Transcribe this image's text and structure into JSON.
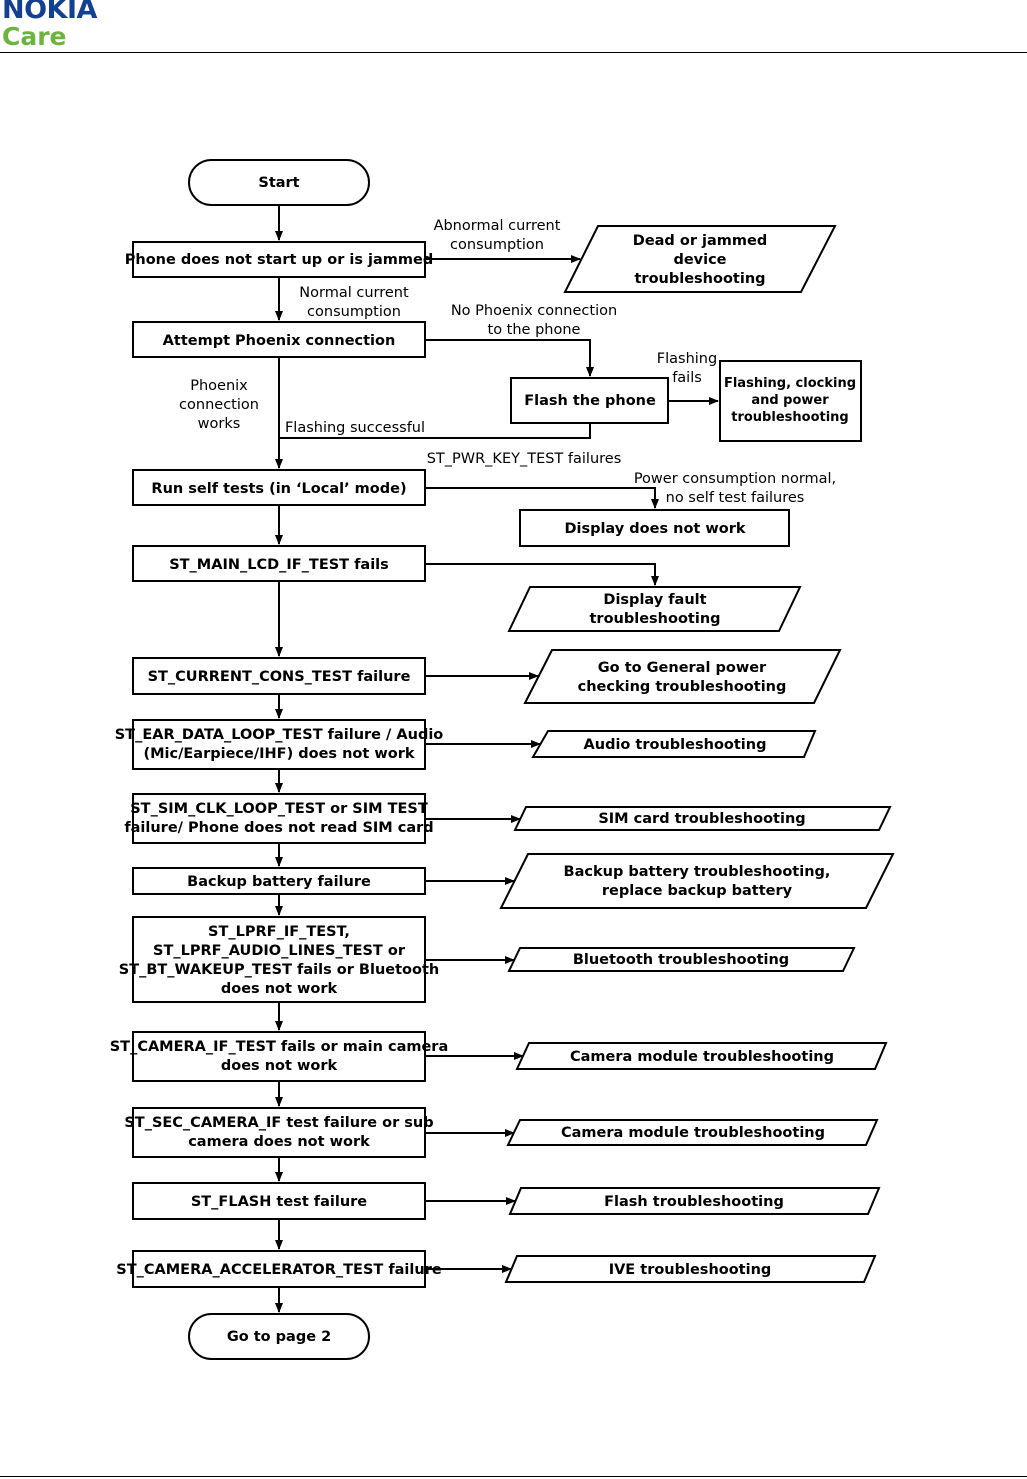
{
  "header": {
    "brand": "NOKIA",
    "sub": "Care",
    "brand_color": "#124191",
    "sub_color": "#6cb33f"
  },
  "nodes": {
    "start": "Start",
    "n1": "Phone does not start up or is jammed",
    "dead": [
      "Dead or jammed",
      "device",
      "troubleshooting"
    ],
    "n2": "Attempt Phoenix connection",
    "flash_phone": "Flash the phone",
    "flash_ts": [
      "Flashing, clocking",
      "and power",
      "troubleshooting"
    ],
    "n3": "Run self tests (in ‘Local’ mode)",
    "disp_nw": "Display does not work",
    "n4": "ST_MAIN_LCD_IF_TEST fails",
    "disp_ts": [
      "Display fault",
      "troubleshooting"
    ],
    "n5": "ST_CURRENT_CONS_TEST failure",
    "power_ts": [
      "Go to General power",
      "checking troubleshooting"
    ],
    "n6": [
      "ST_EAR_DATA_LOOP_TEST failure / Audio",
      "(Mic/Earpiece/IHF) does not work"
    ],
    "audio_ts": "Audio troubleshooting",
    "n7": [
      "ST_SIM_CLK_LOOP_TEST or SIM TEST",
      "failure/ Phone does not read SIM card"
    ],
    "sim_ts": "SIM card troubleshooting",
    "n8": "Backup battery failure",
    "backup_ts": [
      "Backup battery troubleshooting,",
      "replace backup battery"
    ],
    "n9": [
      "ST_LPRF_IF_TEST,",
      "ST_LPRF_AUDIO_LINES_TEST or",
      "ST_BT_WAKEUP_TEST fails or Bluetooth",
      "does not work"
    ],
    "bt_ts": "Bluetooth troubleshooting",
    "n10": [
      "ST_CAMERA_IF_TEST  fails or main camera",
      "does not work"
    ],
    "cam_ts1": "Camera module troubleshooting",
    "n11": [
      "ST_SEC_CAMERA_IF test failure or sub",
      "camera does not work"
    ],
    "cam_ts2": "Camera module troubleshooting",
    "n12": "ST_FLASH test failure",
    "flashl_ts": "Flash troubleshooting",
    "n13": "ST_CAMERA_ACCELERATOR_TEST failure",
    "ive_ts": "IVE  troubleshooting",
    "end": "Go to page 2"
  },
  "edge_labels": {
    "abnormal": [
      "Abnormal current",
      "consumption"
    ],
    "normal": [
      "Normal current",
      "consumption"
    ],
    "no_phoenix": [
      "No Phoenix connection",
      "to the phone"
    ],
    "flash_fails": [
      "Flashing",
      "fails"
    ],
    "phoenix_works": [
      "Phoenix",
      "connection",
      "works"
    ],
    "flash_success": "Flashing successful",
    "pwr_key": "ST_PWR_KEY_TEST failures",
    "power_normal": [
      "Power consumption normal,",
      "no self test failures"
    ]
  }
}
